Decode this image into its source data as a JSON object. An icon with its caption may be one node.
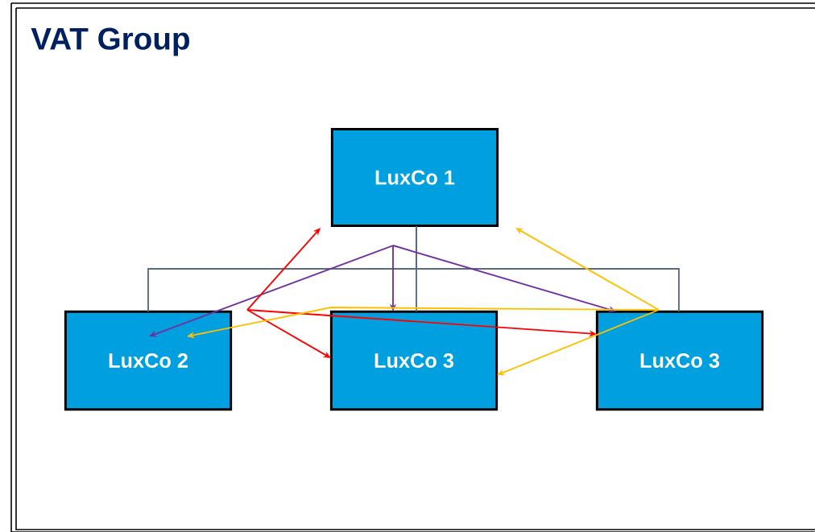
{
  "diagram": {
    "title": "VAT Group",
    "nodes": [
      {
        "text": [
          "LuxCo 1"
        ]
      },
      {
        "text": [
          "LuxCo 2"
        ]
      },
      {
        "text": [
          "LuxCo 3"
        ]
      },
      {
        "text": [
          "LuxCo 3"
        ]
      }
    ],
    "edges": [
      {
        "from": 0,
        "to": 1,
        "arrow": "none",
        "color": "#5a6a80"
      },
      {
        "from": 0,
        "to": 2,
        "arrow": "none",
        "color": "#5a6a80"
      },
      {
        "from": 0,
        "to": 3,
        "arrow": "none",
        "color": "#5a6a80"
      },
      {
        "from": null,
        "to": 1,
        "arrow": "to",
        "color": "#7030a0"
      },
      {
        "from": null,
        "to": 2,
        "arrow": "to",
        "color": "#7030a0"
      },
      {
        "from": null,
        "to": 3,
        "arrow": "to",
        "color": "#7030a0"
      },
      {
        "from": null,
        "to": 0,
        "arrow": "to",
        "color": "#ff0000"
      },
      {
        "from": null,
        "to": 2,
        "arrow": "to",
        "color": "#ff0000"
      },
      {
        "from": null,
        "to": 3,
        "arrow": "to",
        "color": "#ff0000"
      },
      {
        "from": 3,
        "to": 0,
        "arrow": "to",
        "color": "#ffc000"
      },
      {
        "from": 3,
        "to": 1,
        "arrow": "to",
        "color": "#ffc000"
      },
      {
        "from": 3,
        "to": 2,
        "arrow": "to",
        "color": "#ffc000"
      }
    ]
  }
}
